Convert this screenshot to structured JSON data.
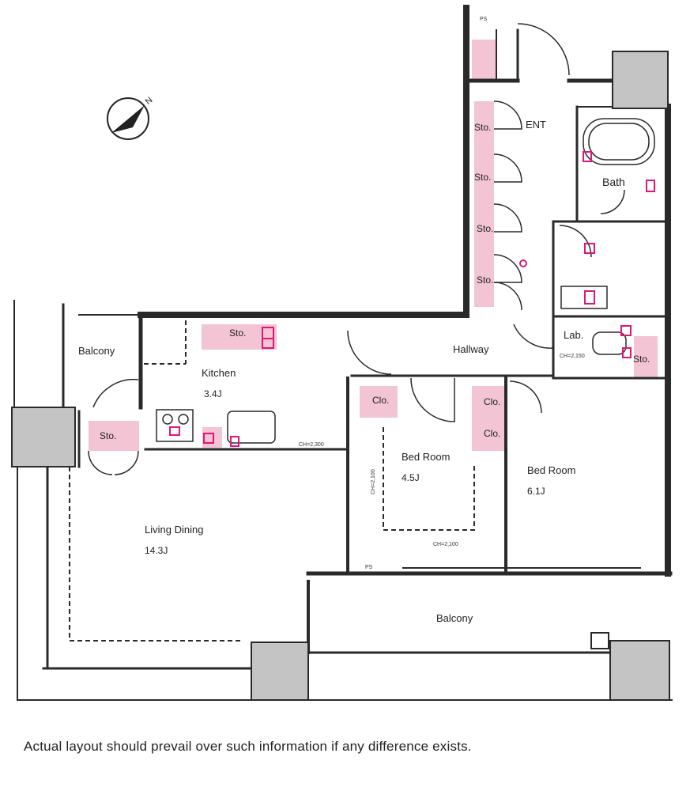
{
  "rooms": {
    "ent": "ENT",
    "bath": "Bath",
    "hallway": "Hallway",
    "lab": "Lab.",
    "kitchen": "Kitchen",
    "kitchen_size": "3.4J",
    "living": "Living Dining",
    "living_size": "14.3J",
    "bed1": "Bed Room",
    "bed1_size": "4.5J",
    "bed2": "Bed Room",
    "bed2_size": "6.1J",
    "balcony_left": "Balcony",
    "balcony_bottom": "Balcony"
  },
  "storage": {
    "sto": "Sto.",
    "clo": "Clo."
  },
  "annotations": {
    "ps": "PS",
    "ch_living": "CH=2,300",
    "ch_bed": "CH=2,100",
    "ch_lab": "CH=2,150",
    "ch_vertical": "CH=2,100"
  },
  "compass_label": "N",
  "disclaimer": "Actual layout should prevail over such information if any difference exists.",
  "colors": {
    "wall": "#2a2a2a",
    "storage_fill": "#f2c4d4",
    "fixture_magenta": "#e0157a",
    "column_gray": "#c4c4c4"
  }
}
